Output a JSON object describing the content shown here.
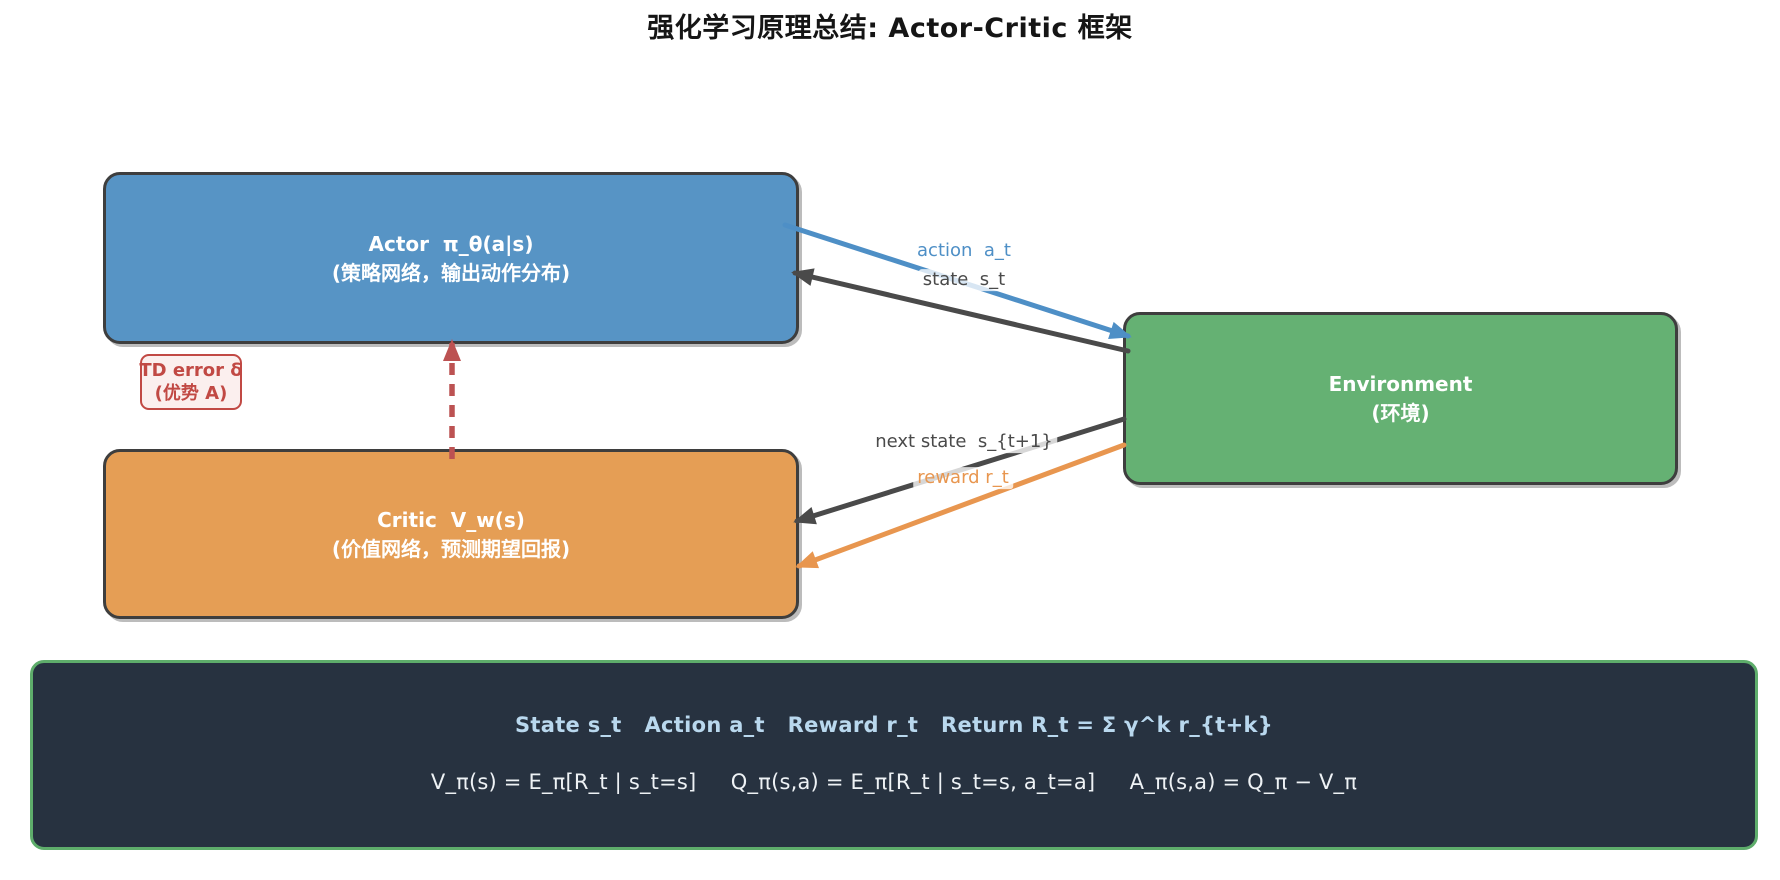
{
  "title": "强化学习原理总结: Actor-Critic 框架",
  "nodes": {
    "actor": {
      "title": "Actor  π_θ(a|s)",
      "subtitle": "(策略网络，输出动作分布)",
      "fill": "#5794C5",
      "text_color": "#FFFFFF"
    },
    "critic": {
      "title": "Critic  V_w(s)",
      "subtitle": "(价值网络，预测期望回报)",
      "fill": "#E59E55",
      "text_color": "#FFFFFF"
    },
    "environment": {
      "title": "Environment",
      "subtitle": "(环境)",
      "fill": "#65B173",
      "text_color": "#FFFFFF"
    }
  },
  "td_badge": {
    "line1": "TD error δ",
    "line2": "(优势 A)",
    "color": "#C14944",
    "fill": "#FBEFEE"
  },
  "edges": {
    "action": {
      "label": "action  a_t",
      "color": "#4E8FC6"
    },
    "state": {
      "label": "state  s_t",
      "color": "#4A4A4A"
    },
    "next_state": {
      "label": "next state  s_{t+1}",
      "color": "#4A4A4A"
    },
    "reward": {
      "label": "reward r_t",
      "color": "#E8964F"
    },
    "td_feedback": {
      "color": "#BC5252"
    }
  },
  "summary_panel": {
    "line1": "State s_t   Action a_t   Reward r_t   Return R_t = Σ γ^k r_{t+k}",
    "line2": "V_π(s) = E_π[R_t | s_t=s]     Q_π(s,a) = E_π[R_t | s_t=s, a_t=a]     A_π(s,a) = Q_π − V_π",
    "fill": "#273240",
    "border_color": "#5EAD6B",
    "line1_color": "#B9D8EE",
    "line2_color": "#EEF2F5"
  }
}
